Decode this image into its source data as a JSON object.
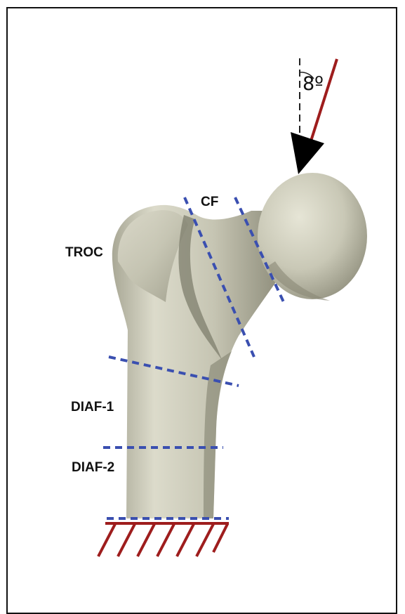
{
  "figure": {
    "labels": {
      "neck": "CF",
      "trochanter": "TROC",
      "diaphysis_1": "DIAF-1",
      "diaphysis_2": "DIAF-2"
    },
    "load_angle_text": "8º",
    "colors": {
      "bone": "#c9c8b6",
      "section_lines": "#3a4fb0",
      "load_arrow": "#9e1d1d",
      "arrow_head": "#000000",
      "border": "#111111"
    }
  }
}
